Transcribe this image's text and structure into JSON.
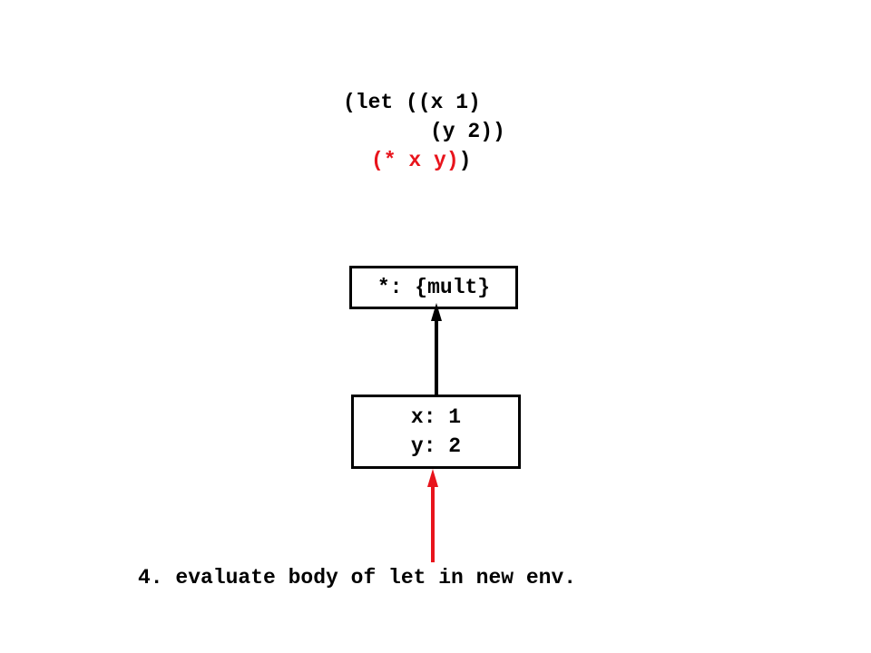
{
  "code": {
    "line1": "(let ((x 1)",
    "line2": "(y 2))",
    "line3_body": "(* x y)",
    "line3_close": ")"
  },
  "global_env": {
    "binding": "*: {mult}"
  },
  "new_env": {
    "binding_x": "x: 1",
    "binding_y": "y: 2"
  },
  "caption": "4. evaluate body of let in new env.",
  "colors": {
    "highlight": "#e8141c",
    "text": "#000000",
    "background": "#ffffff"
  }
}
